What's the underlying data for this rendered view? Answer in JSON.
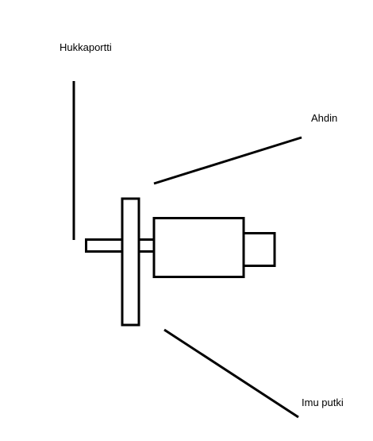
{
  "labels": {
    "hukkaportti": "Hukkaportti",
    "ahdin": "Ahdin",
    "imu_putki": "Imu putki"
  },
  "colors": {
    "background": "#ffffff",
    "stroke": "#000000"
  }
}
